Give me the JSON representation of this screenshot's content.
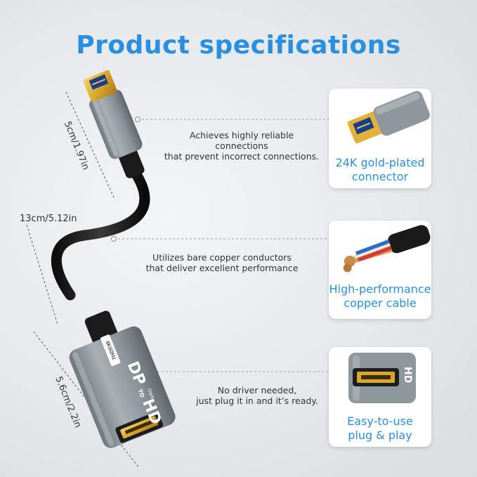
{
  "title": "Product specifications",
  "features": [
    {
      "description_lines": [
        "Achieves highly reliable",
        "connections",
        "that prevent incorrect connections."
      ],
      "caption_lines": [
        "24K gold-plated",
        "connector"
      ],
      "icon": "displayport-connector-icon"
    },
    {
      "description_lines": [
        "Utilizes bare copper conductors",
        "that deliver excellent performance"
      ],
      "caption_lines": [
        "High-performance",
        "copper cable"
      ],
      "icon": "copper-cable-icon"
    },
    {
      "description_lines": [
        "No driver needed,",
        "just plug it in and it’s ready."
      ],
      "caption_lines": [
        "Easy-to-use",
        "plug & play"
      ],
      "icon": "hdmi-port-icon"
    }
  ],
  "dimensions": {
    "dp_plug_length": "5cm/1.97in",
    "cable_length": "13cm/5.12in",
    "hdmi_end_length": "5.6cm/2.2in"
  },
  "adapter_markings": {
    "resolution_badge": "4K60Hz",
    "main_label_left": "DP",
    "main_label_mid": "TO",
    "main_label_right": "HD",
    "small_label": "Oqnt"
  },
  "colors": {
    "accent_blue": "#2a8fe0",
    "housing_gray": "#8e979c",
    "gold": "#d9a82b"
  }
}
